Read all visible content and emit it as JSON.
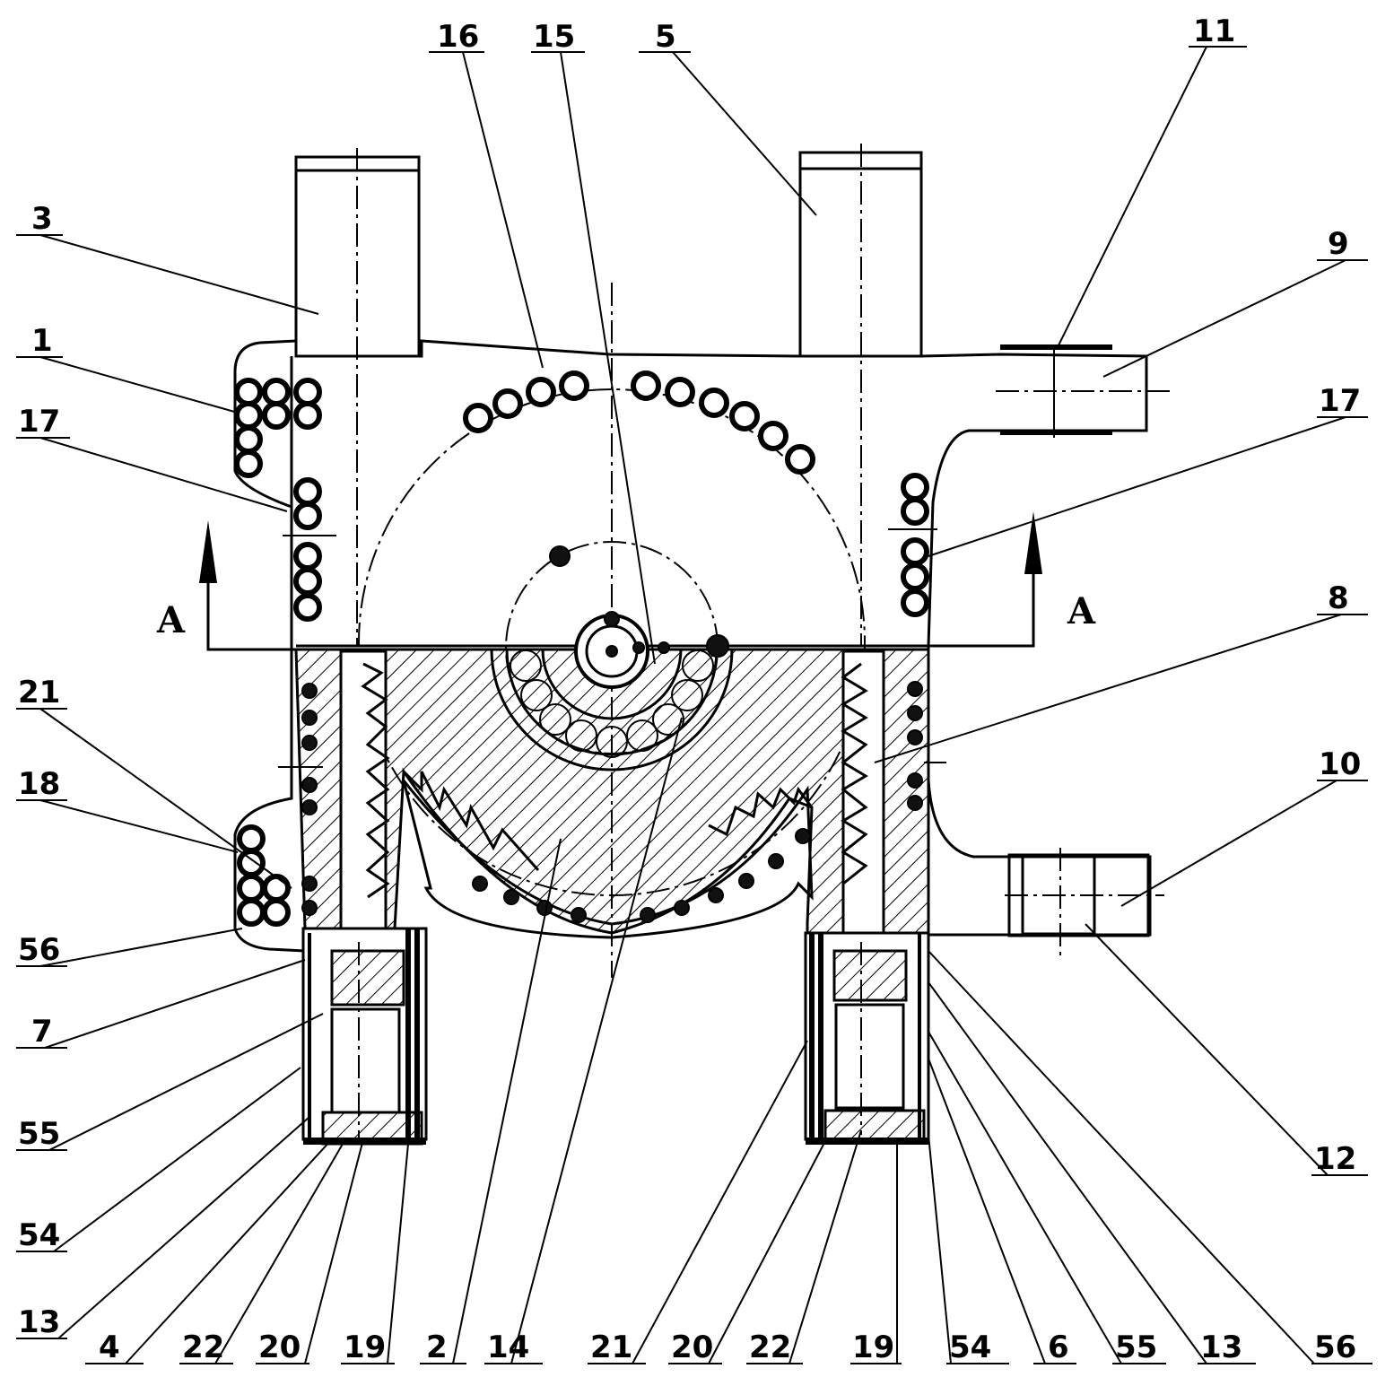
{
  "labels": {
    "l16": "16",
    "l15": "15",
    "l5": "5",
    "l11": "11",
    "l3": "3",
    "l9": "9",
    "l1": "1",
    "l17a": "17",
    "l17b": "17",
    "l8": "8",
    "l21a": "21",
    "l10": "10",
    "l18": "18",
    "l56a": "56",
    "l7": "7",
    "l55a": "55",
    "l12": "12",
    "l54a": "54",
    "l13a": "13",
    "l4": "4",
    "l22a": "22",
    "l20a": "20",
    "l19a": "19",
    "l2": "2",
    "l14": "14",
    "l21b": "21",
    "l20b": "20",
    "l22b": "22",
    "l19b": "19",
    "l54b": "54",
    "l6": "6",
    "l55b": "55",
    "l13b": "13",
    "l56b": "56"
  },
  "section": {
    "left": "A",
    "right": "A"
  }
}
